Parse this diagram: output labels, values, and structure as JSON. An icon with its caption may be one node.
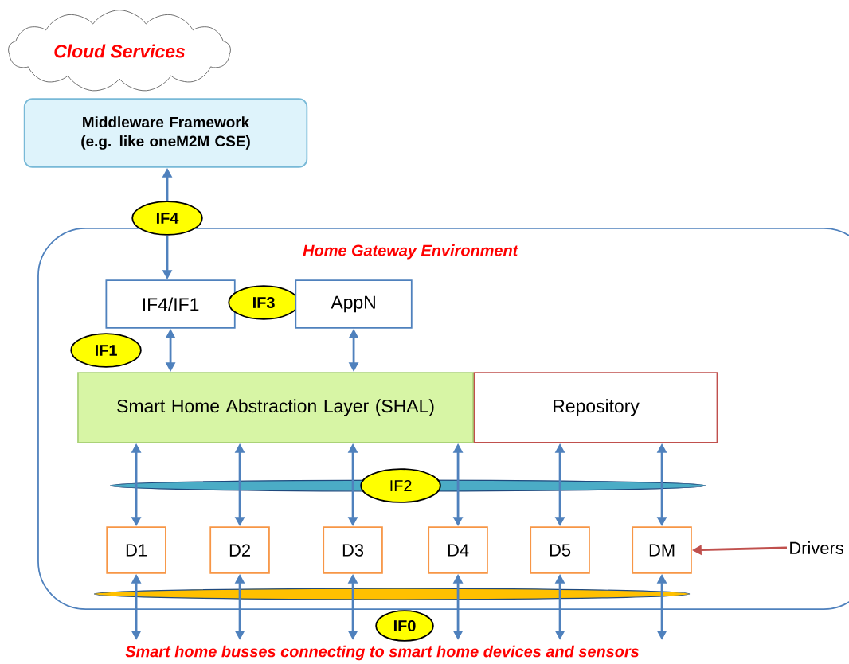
{
  "diagram": {
    "caption": "Smart home busses connecting to smart home devices and sensors",
    "nodes": [
      {
        "text": [
          "Cloud Services"
        ]
      },
      {
        "text": [
          "Middleware Framework (e.g. like oneM2M CSE)"
        ]
      },
      {
        "text": [
          "Home Gateway Environment"
        ]
      },
      {
        "text": [
          "IF4"
        ]
      },
      {
        "text": [
          "IF4/IF1"
        ],
        "in": 2
      },
      {
        "text": [
          "IF3"
        ],
        "in": 2
      },
      {
        "text": [
          "AppN"
        ],
        "in": 2
      },
      {
        "text": [
          "IF1"
        ],
        "in": 2
      },
      {
        "text": [
          "Smart Home Abstraction Layer (SHAL)"
        ],
        "in": 2
      },
      {
        "text": [
          "Repository"
        ],
        "in": 2
      },
      {
        "text": [],
        "shape": "bar",
        "in": 2
      },
      {
        "text": [
          "IF2"
        ],
        "in": 2
      },
      {
        "text": [
          "D1"
        ],
        "in": 2
      },
      {
        "text": [
          "D2"
        ],
        "in": 2
      },
      {
        "text": [
          "D3"
        ],
        "in": 2
      },
      {
        "text": [
          "D4"
        ],
        "in": 2
      },
      {
        "text": [
          "D5"
        ],
        "in": 2
      },
      {
        "text": [
          "DM"
        ],
        "in": 2
      },
      {
        "text": [],
        "shape": "bar",
        "in": 2
      },
      {
        "text": [
          "IF0"
        ]
      },
      {
        "text": [
          "Drivers"
        ],
        "in": 2
      }
    ],
    "edges": [
      {
        "from": 3,
        "to": 1,
        "arrow": "to"
      },
      {
        "from": 3,
        "to": 4,
        "arrow": "to"
      },
      {
        "from": 4,
        "to": 8,
        "arrow": "both"
      },
      {
        "from": 6,
        "to": 8,
        "arrow": "both"
      },
      {
        "from": 8,
        "to": 12,
        "arrow": "both"
      },
      {
        "from": 8,
        "to": 13,
        "arrow": "both"
      },
      {
        "from": 8,
        "to": 14,
        "arrow": "both"
      },
      {
        "from": 8,
        "to": 15,
        "arrow": "both"
      },
      {
        "from": 9,
        "to": 16,
        "arrow": "both"
      },
      {
        "from": 9,
        "to": 17,
        "arrow": "both"
      },
      {
        "from": 12,
        "to": null,
        "arrow": "both"
      },
      {
        "from": 13,
        "to": null,
        "arrow": "both"
      },
      {
        "from": 14,
        "to": null,
        "arrow": "both"
      },
      {
        "from": 15,
        "to": null,
        "arrow": "both"
      },
      {
        "from": 16,
        "to": null,
        "arrow": "both"
      },
      {
        "from": 17,
        "to": null,
        "arrow": "both"
      },
      {
        "from": 20,
        "to": 17,
        "arrow": "to",
        "color": "#c0504d"
      }
    ]
  }
}
